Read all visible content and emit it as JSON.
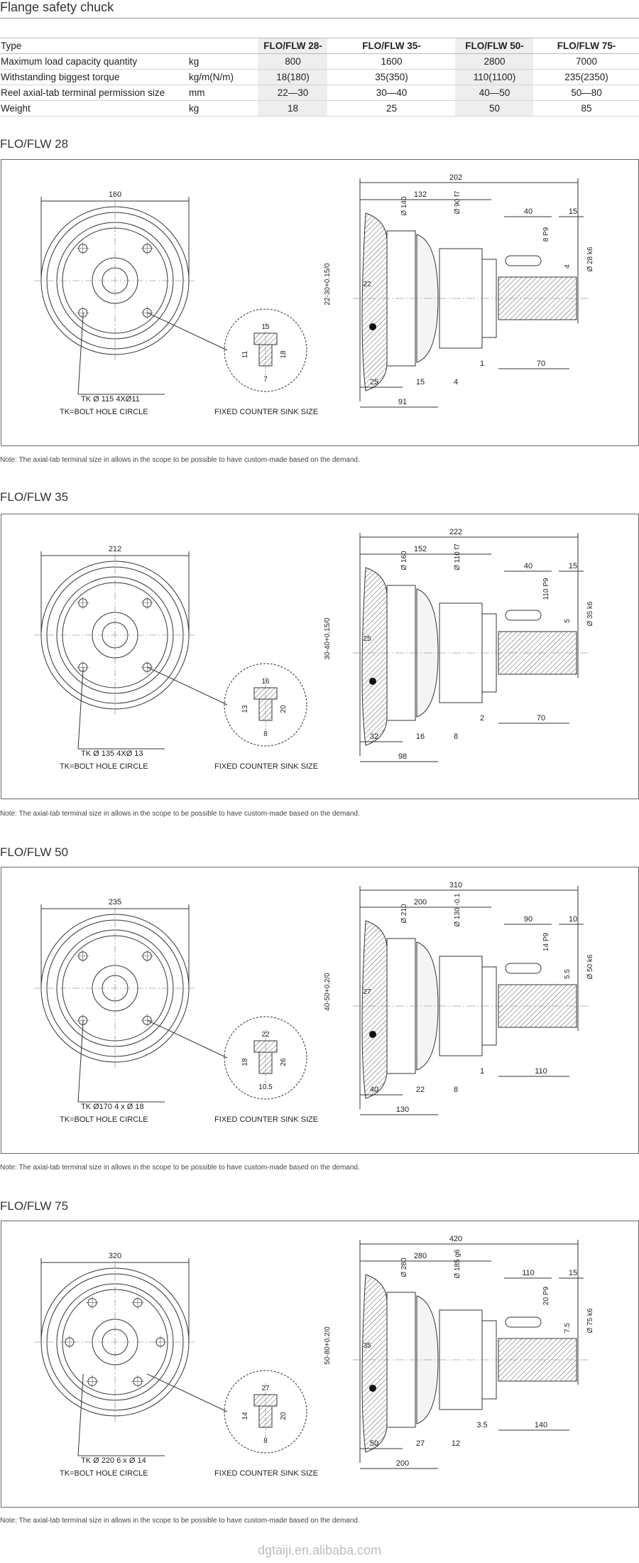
{
  "page": {
    "title": "Flange safety chuck",
    "footer": "dgtaiji.en.alibaba.com"
  },
  "spec_table": {
    "header": [
      "Type",
      "",
      "FLO/FLW 28-",
      "FLO/FLW 35-",
      "FLO/FLW 50-",
      "FLO/FLW 75-"
    ],
    "rows": [
      [
        "Maximum load capacity quantity",
        "kg",
        "800",
        "1600",
        "2800",
        "7000"
      ],
      [
        "Withstanding biggest torque",
        "kg/m(N/m)",
        "18(180)",
        "35(350)",
        "110(1100)",
        "235(2350)"
      ],
      [
        "Reel axial-tab terminal permission size",
        "mm",
        "22—30",
        "30—40",
        "40—50",
        "50—80"
      ],
      [
        "Weight",
        "kg",
        "18",
        "25",
        "50",
        "85"
      ]
    ]
  },
  "note": "Note: The axial-tab terminal size in allows in the scope to be possible to have custom-made based on the demand.",
  "sections": [
    {
      "title": "FLO/FLW 28",
      "front": {
        "outer_dim": "160",
        "tk": "TK Ø 115  4XØ11",
        "tk_label": "TK=BOLT HOLE CIRCLE",
        "sink_label": "FIXED COUNTER SINK SIZE",
        "bolts": 4
      },
      "sink": {
        "top": "15",
        "left": "11",
        "right": "18",
        "bottom": "7"
      },
      "side": {
        "overall": "202",
        "body": "132",
        "key": "40",
        "end": "15",
        "d_flange": "Ø 140",
        "d_hub": "Ø 90 f7",
        "d_shaft": "Ø 28 k6",
        "key_w": "8 P9",
        "key_h": "4",
        "bore": "22-30+0.15/0",
        "inner": "22",
        "b1": "25",
        "b2": "15",
        "b3": "4",
        "b4": "1",
        "shaft_len": "70",
        "total_bottom": "91"
      }
    },
    {
      "title": "FLO/FLW 35",
      "front": {
        "outer_dim": "212",
        "tk": "TK Ø 135  4XØ 13",
        "tk_label": "TK=BOLT HOLE CIRCLE",
        "sink_label": "FIXED COUNTER SINK SIZE",
        "bolts": 4
      },
      "sink": {
        "top": "16",
        "left": "13",
        "right": "20",
        "bottom": "8"
      },
      "side": {
        "overall": "222",
        "body": "152",
        "key": "40",
        "end": "15",
        "d_flange": "Ø 160",
        "d_hub": "Ø 110 f7",
        "d_shaft": "Ø 35 k6",
        "key_w": "110 P9",
        "key_h": "5",
        "bore": "30-40+0.15/0",
        "inner": "25",
        "b1": "32",
        "b2": "16",
        "b3": "8",
        "b4": "2",
        "shaft_len": "70",
        "total_bottom": "98"
      }
    },
    {
      "title": "FLO/FLW 50",
      "front": {
        "outer_dim": "235",
        "tk": "TK Ø170  4 x Ø 18",
        "tk_label": "TK=BOLT HOLE CIRCLE",
        "sink_label": "FIXED COUNTER SINK SIZE",
        "bolts": 4
      },
      "sink": {
        "top": "22",
        "left": "18",
        "right": "26",
        "bottom": "10.5"
      },
      "side": {
        "overall": "310",
        "body": "200",
        "key": "90",
        "end": "10",
        "d_flange": "Ø 210",
        "d_hub": "Ø 130 -0.1",
        "d_shaft": "Ø 50 k6",
        "key_w": "14 P9",
        "key_h": "5.5",
        "bore": "40-50+0.2/0",
        "inner": "27",
        "b1": "40",
        "b2": "22",
        "b3": "8",
        "b4": "1",
        "shaft_len": "110",
        "total_bottom": "130"
      }
    },
    {
      "title": "FLO/FLW 75",
      "front": {
        "outer_dim": "320",
        "tk": "TK Ø 220  6 x Ø 14",
        "tk_label": "TK=BOLT HOLE CIRCLE",
        "sink_label": "FIXED COUNTER SINK SIZE",
        "bolts": 6
      },
      "sink": {
        "top": "27",
        "left": "14",
        "right": "20",
        "bottom": "8"
      },
      "side": {
        "overall": "420",
        "body": "280",
        "key": "110",
        "end": "15",
        "d_flange": "Ø 280",
        "d_hub": "Ø 185 g6",
        "d_shaft": "Ø 75 k6",
        "key_w": "20 P9",
        "key_h": "7.5",
        "bore": "50-80+0.2/0",
        "inner": "35",
        "b1": "50",
        "b2": "27",
        "b3": "12",
        "b4": "3.5",
        "shaft_len": "140",
        "total_bottom": "200"
      }
    }
  ]
}
